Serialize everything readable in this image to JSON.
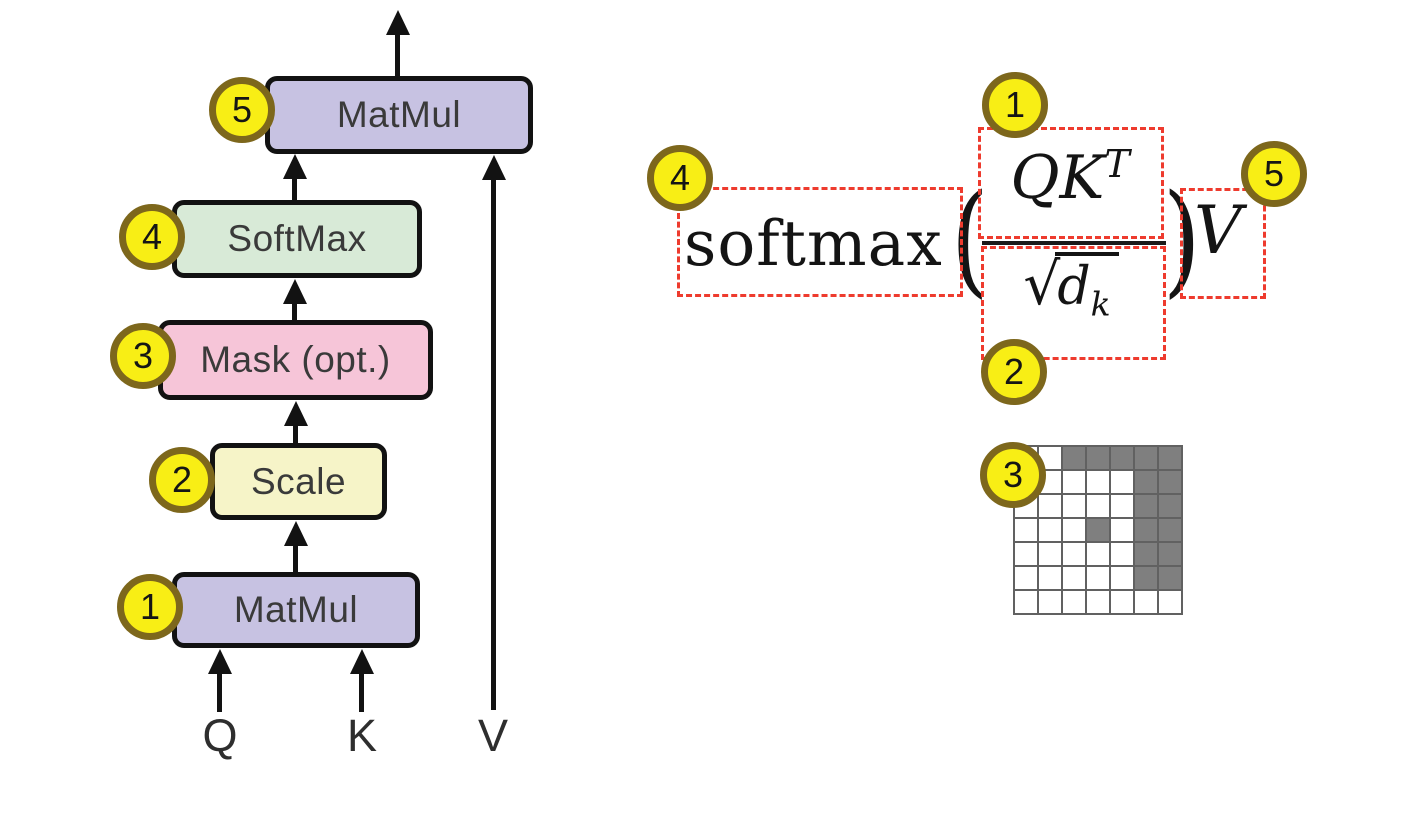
{
  "flowchart": {
    "blocks": [
      {
        "badge": "5",
        "label": "MatMul"
      },
      {
        "badge": "4",
        "label": "SoftMax"
      },
      {
        "badge": "3",
        "label": "Mask (opt.)"
      },
      {
        "badge": "2",
        "label": "Scale"
      },
      {
        "badge": "1",
        "label": "MatMul"
      }
    ],
    "inputs": [
      {
        "label": "Q"
      },
      {
        "label": "K"
      },
      {
        "label": "V"
      }
    ]
  },
  "formula": {
    "function": "softmax",
    "open_paren": "(",
    "numerator_base": "QK",
    "numerator_sup": "T",
    "radical_sign": "√",
    "denominator_base": "d",
    "denominator_sub": "k",
    "close_paren": ")",
    "value": "V",
    "badge_numerator": "1",
    "badge_denominator": "2",
    "badge_softmax": "4",
    "badge_value": "5"
  },
  "mask": {
    "badge": "3",
    "rows": 7,
    "cols": 7,
    "filled": [
      [
        0,
        0,
        1,
        1,
        1,
        1,
        1
      ],
      [
        0,
        0,
        0,
        0,
        0,
        1,
        1
      ],
      [
        0,
        0,
        0,
        0,
        0,
        1,
        1
      ],
      [
        0,
        0,
        0,
        1,
        0,
        1,
        1
      ],
      [
        0,
        0,
        0,
        0,
        0,
        1,
        1
      ],
      [
        0,
        0,
        0,
        0,
        0,
        1,
        1
      ],
      [
        0,
        0,
        0,
        0,
        0,
        0,
        0
      ]
    ]
  },
  "colors": {
    "matmul_fill": "#c7c2e2",
    "softmax_fill": "#d8ead7",
    "mask_fill": "#f6c5d8",
    "scale_fill": "#f6f4c8",
    "badge_fill": "#f8ee15",
    "badge_border": "#7d671c",
    "annotation_red": "#ee3b2e",
    "mask_cell_gray": "#7f7f7f"
  }
}
